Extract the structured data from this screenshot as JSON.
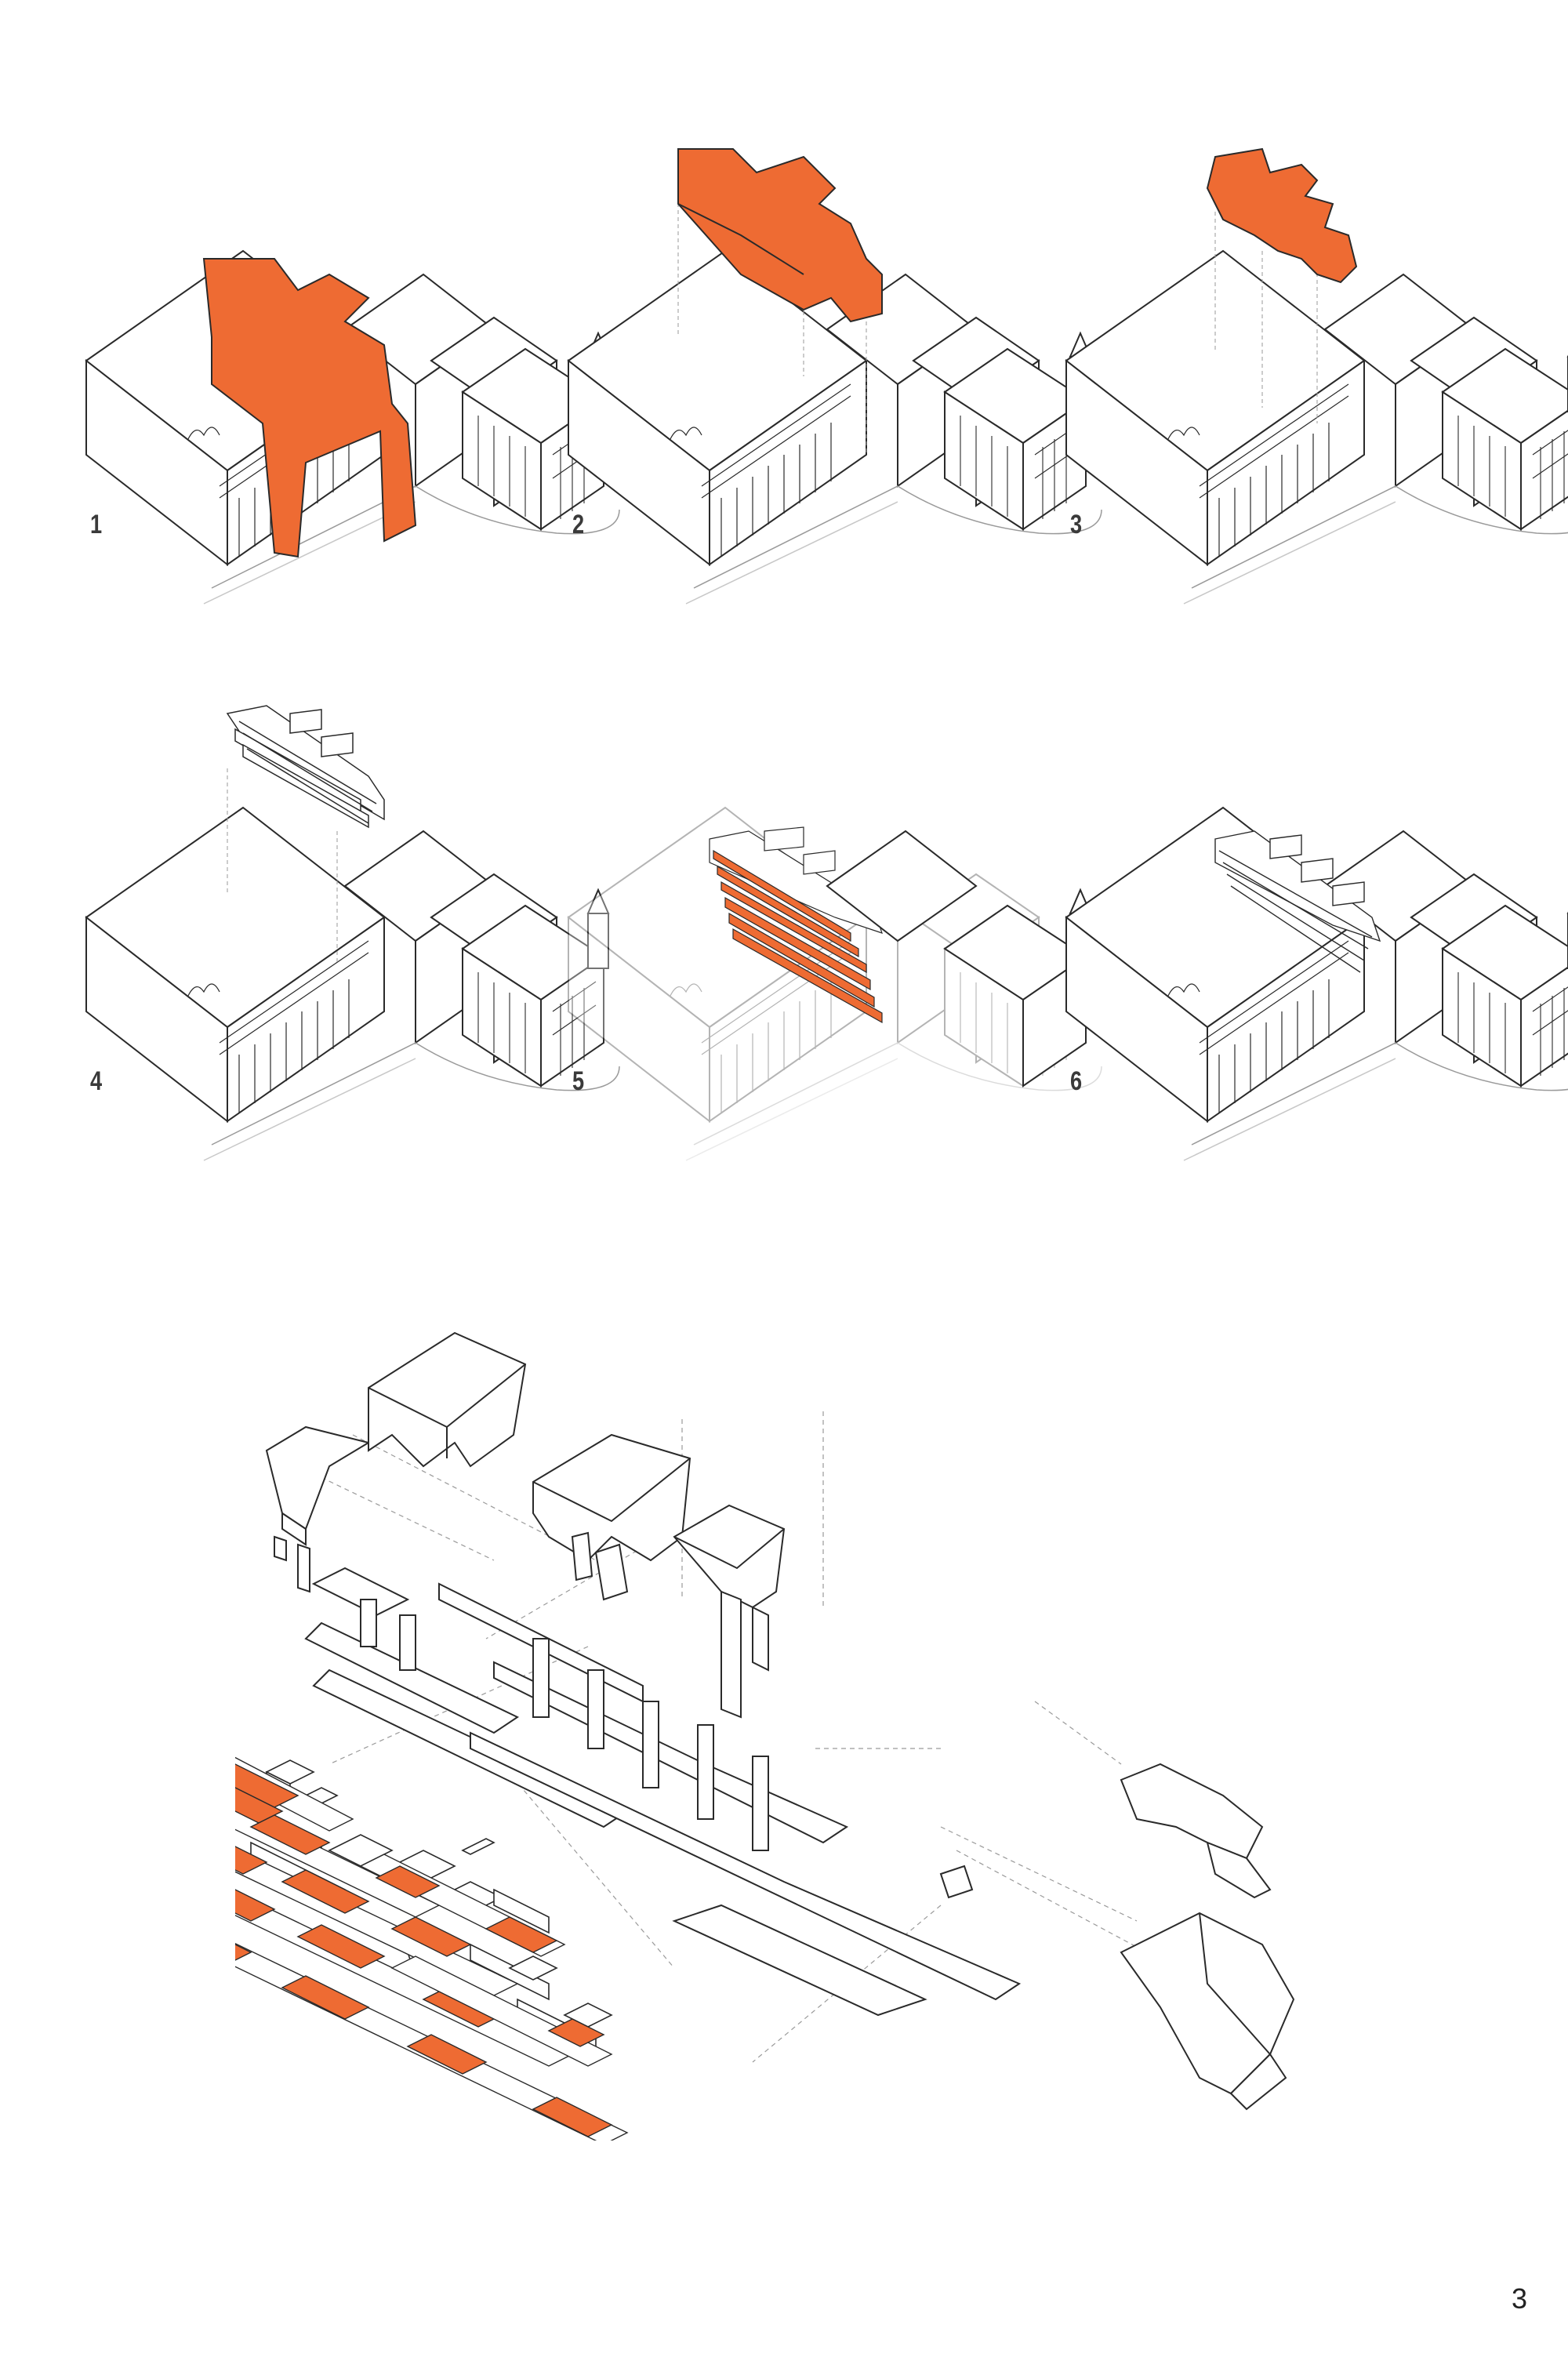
{
  "colors": {
    "accent": "#EE6B33",
    "line": "#2a2a2a",
    "faint": "#c8c8c8",
    "guide": "#9a9a9a",
    "paper": "#ffffff"
  },
  "diagram": {
    "steps": [
      {
        "label": "1",
        "highlight": "street-volume"
      },
      {
        "label": "2",
        "highlight": "lifted-volume"
      },
      {
        "label": "3",
        "highlight": "roof-cutout"
      },
      {
        "label": "4",
        "highlight": "lifted-structure"
      },
      {
        "label": "5",
        "highlight": "orange-slats"
      },
      {
        "label": "6",
        "highlight": "inserted-structure"
      }
    ],
    "page_number": "3"
  }
}
